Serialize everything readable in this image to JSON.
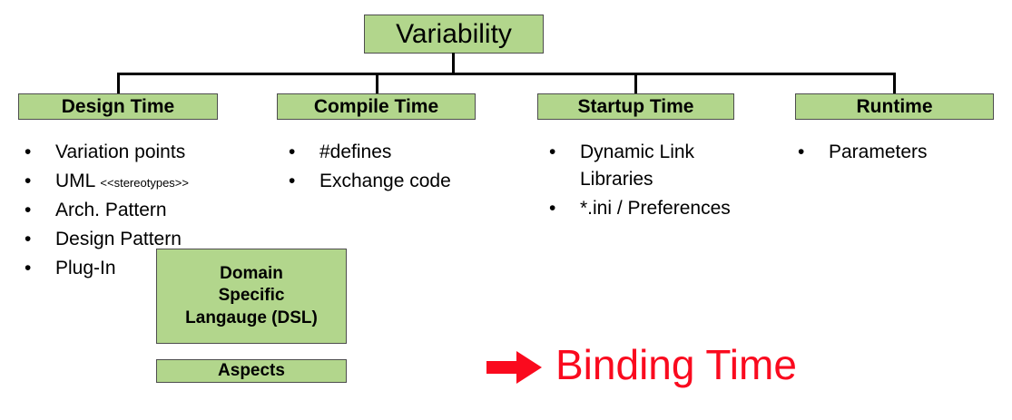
{
  "diagram": {
    "root": {
      "label": "Variability"
    },
    "categories": [
      {
        "label": "Design Time"
      },
      {
        "label": "Compile Time"
      },
      {
        "label": "Startup Time"
      },
      {
        "label": "Runtime"
      }
    ],
    "lists": {
      "design_time": [
        {
          "bullet": "•",
          "text": "Variation points",
          "tag": ""
        },
        {
          "bullet": "•",
          "text": "UML ",
          "tag": "<<stereotypes>>"
        },
        {
          "bullet": "•",
          "text": "Arch. Pattern",
          "tag": ""
        },
        {
          "bullet": "•",
          "text": "Design Pattern",
          "tag": ""
        },
        {
          "bullet": "•",
          "text": "Plug-In",
          "tag": ""
        }
      ],
      "compile_time": [
        {
          "bullet": "•",
          "text": "#defines",
          "tag": ""
        },
        {
          "bullet": "•",
          "text": "Exchange code",
          "tag": ""
        }
      ],
      "startup_time": [
        {
          "bullet": "•",
          "text": "Dynamic Link Libraries",
          "tag": ""
        },
        {
          "bullet": "•",
          "text": "*.ini / Preferences",
          "tag": ""
        }
      ],
      "runtime": [
        {
          "bullet": "•",
          "text": "Parameters",
          "tag": ""
        }
      ]
    },
    "sub_boxes": {
      "dsl": {
        "line1": "Domain",
        "line2": "Specific",
        "line3": "Langauge (DSL)"
      },
      "aspects": {
        "label": "Aspects"
      }
    },
    "callout": {
      "arrow_icon": "right-arrow-icon",
      "label": "Binding Time"
    },
    "colors": {
      "box_fill": "#b2d68c",
      "box_border": "#4d4d4d",
      "connector": "#000000",
      "callout_red": "#fa0a1e",
      "text": "#000000",
      "background": "#ffffff"
    }
  }
}
